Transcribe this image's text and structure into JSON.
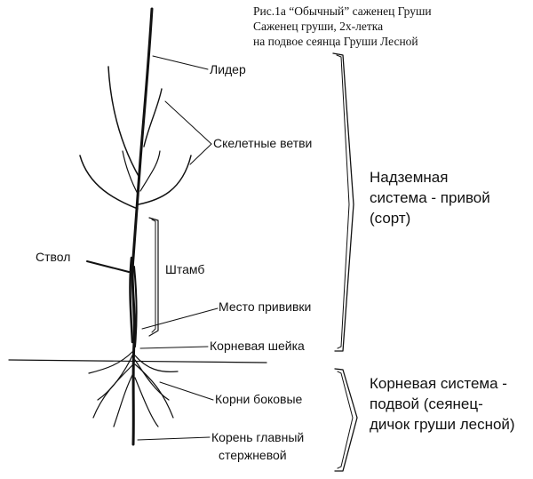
{
  "caption": {
    "line1": "Рис.1а   “Обычный” саженец Груши",
    "line2": "Саженец груши, 2х-летка",
    "line3": "на подвое сеянца Груши Лесной"
  },
  "labels": {
    "leader": "Лидер",
    "skeletal": "Скелетные ветви",
    "trunk": "Ствол",
    "shtamb": "Штамб",
    "graft": "Место прививки",
    "root_collar": "Корневая шейка",
    "lateral_roots": "Корни боковые",
    "main_root_line1": "Корень главный",
    "main_root_line2": "стержневой"
  },
  "sections": {
    "above": {
      "line1": "Надземная",
      "line2": "система - привой",
      "line3": "(сорт)"
    },
    "below": {
      "line1": "Корневая система -",
      "line2": "подвой (сеянец-",
      "line3": "дичок груши лесной)"
    }
  }
}
